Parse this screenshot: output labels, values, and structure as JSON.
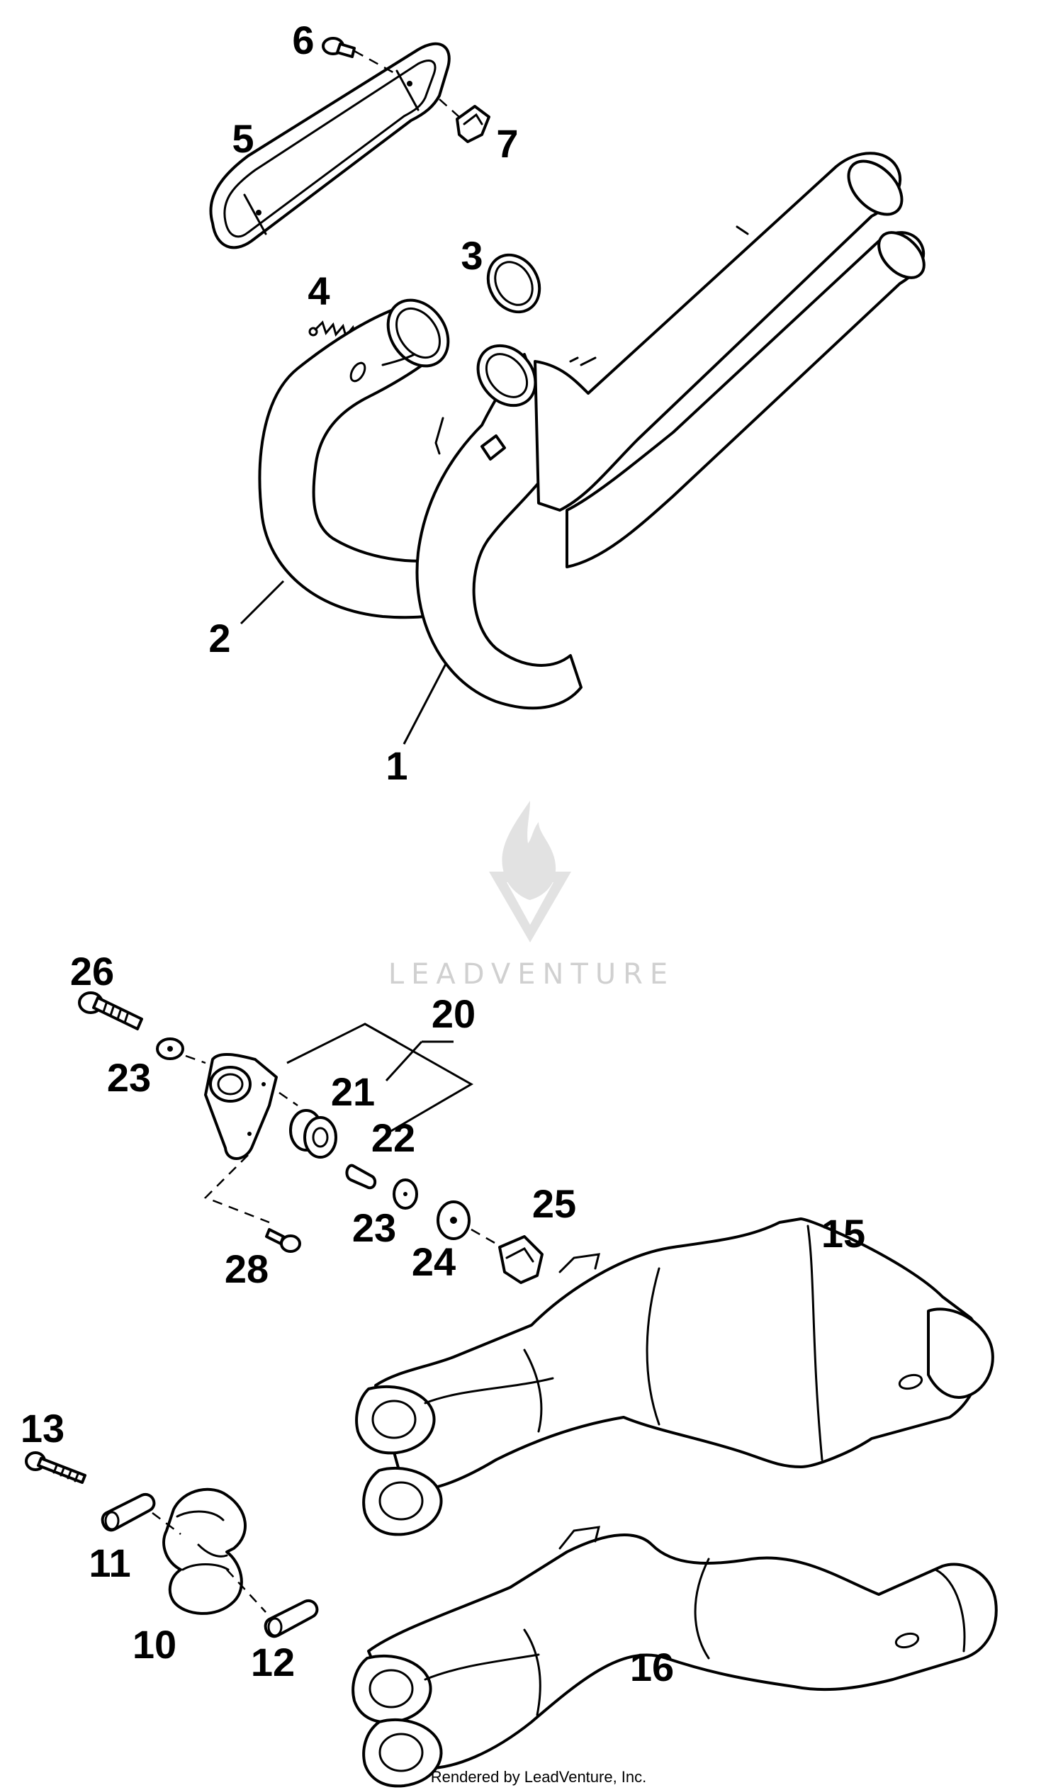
{
  "diagram": {
    "callouts": {
      "c1": "1",
      "c2": "2",
      "c3": "3",
      "c4": "4",
      "c5": "5",
      "c6": "6",
      "c7": "7",
      "c10": "10",
      "c11": "11",
      "c12": "12",
      "c13": "13",
      "c15": "15",
      "c16": "16",
      "c20": "20",
      "c21": "21",
      "c22": "22",
      "c23a": "23",
      "c23b": "23",
      "c24": "24",
      "c25": "25",
      "c26": "26",
      "c28": "28"
    },
    "watermark": "LEADVENTURE",
    "footer": "Rendered by LeadVenture, Inc."
  }
}
